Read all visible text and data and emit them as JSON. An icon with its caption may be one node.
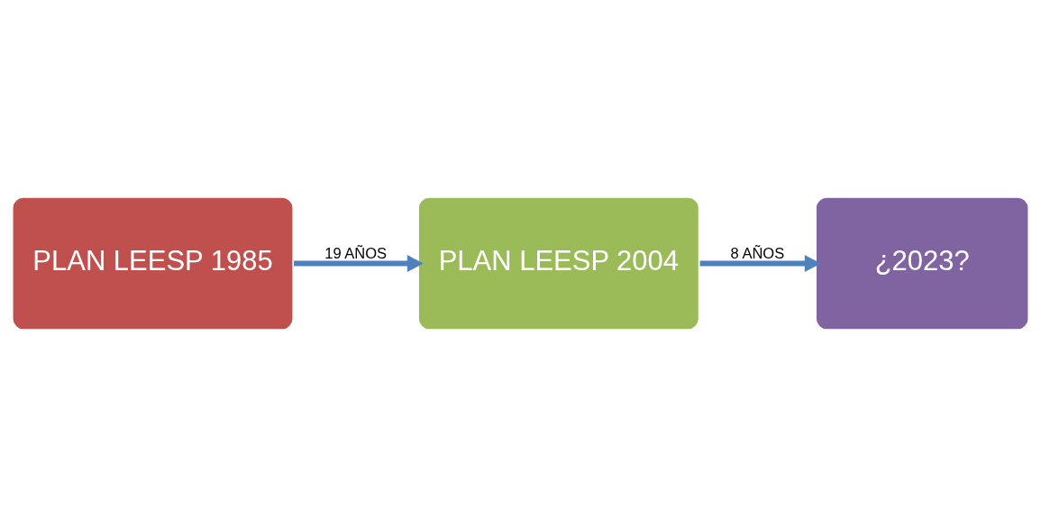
{
  "diagram": {
    "nodes": [
      {
        "text": [
          "PLAN LEESP 1985"
        ]
      },
      {
        "text": [
          "PLAN LEESP 2004"
        ]
      },
      {
        "text": [
          "¿2023?"
        ]
      }
    ],
    "edges": [
      {
        "from": 0,
        "to": 1,
        "arrow": "to",
        "label": "19 AÑOS",
        "color": "#4f81bd"
      },
      {
        "from": 1,
        "to": 2,
        "arrow": "to",
        "label": "8 AÑOS",
        "color": "#4f81bd"
      }
    ]
  }
}
